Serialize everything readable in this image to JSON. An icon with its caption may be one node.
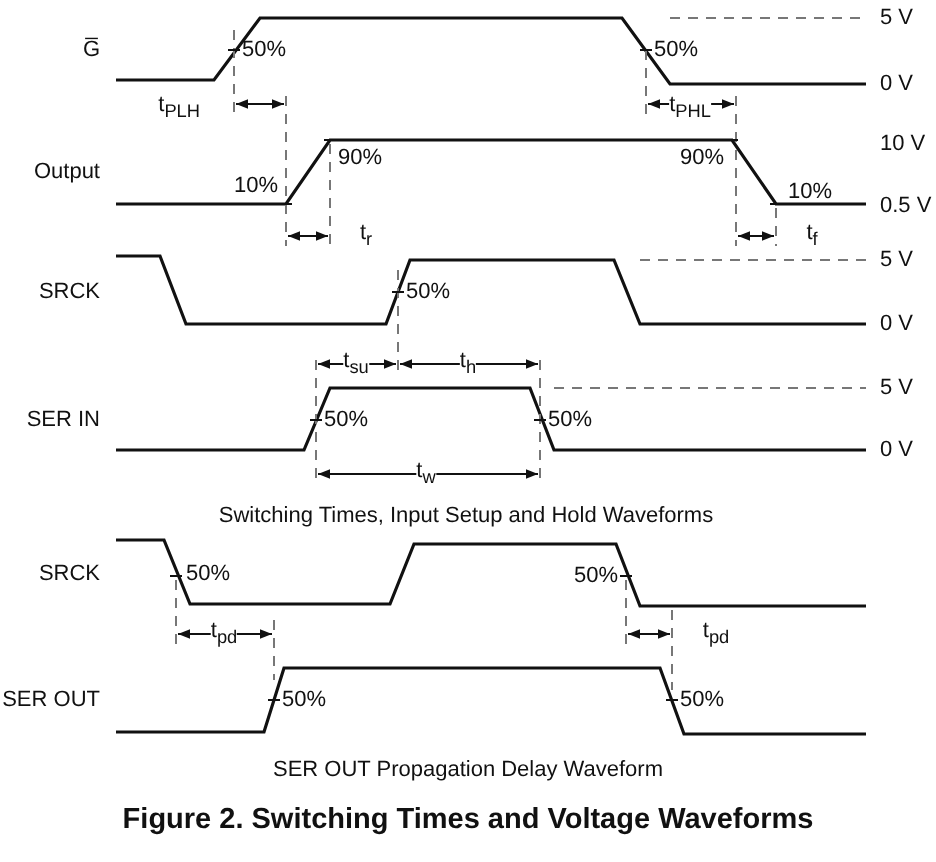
{
  "diagram": {
    "caption": "Figure 2. Switching Times and Voltage Waveforms",
    "labels": [
      "G̅",
      "50%",
      "50%",
      "5 V",
      "0 V",
      "t$_{PLH}$",
      "t$_{PHL}$",
      "Output",
      "10 V",
      "90%",
      "90%",
      "10%",
      "10%",
      "0.5 V",
      "t$_{r}$",
      "t$_{f}$",
      "SRCK",
      "50%",
      "5 V",
      "0 V",
      "t$_{su}$",
      "t$_{h}$",
      "SER IN",
      "50%",
      "50%",
      "5 V",
      "0 V",
      "t$_{w}$",
      "Switching Times, Input Setup and Hold Waveforms",
      "SRCK",
      "50%",
      "50%",
      "t$_{pd}$",
      "t$_{pd}$",
      "SER OUT",
      "50%",
      "50%",
      "SER OUT Propagation Delay Waveform"
    ]
  }
}
